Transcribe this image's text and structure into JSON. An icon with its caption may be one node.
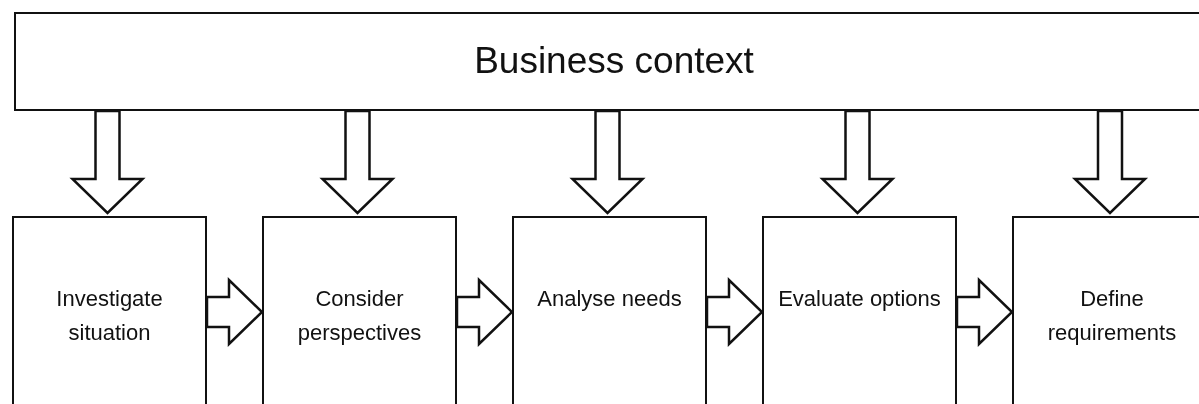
{
  "diagram": {
    "nodes": [
      {
        "text": [
          "Business context"
        ]
      },
      {
        "text": [
          "Investigate situation"
        ]
      },
      {
        "text": [
          "Consider perspectives"
        ]
      },
      {
        "text": [
          "Analyse needs"
        ]
      },
      {
        "text": [
          "Evaluate options"
        ]
      },
      {
        "text": [
          "Define requirements"
        ]
      }
    ],
    "edges": [
      {
        "from": 0,
        "to": 1,
        "arrow": "to"
      },
      {
        "from": 0,
        "to": 2,
        "arrow": "to"
      },
      {
        "from": 0,
        "to": 3,
        "arrow": "to"
      },
      {
        "from": 0,
        "to": 4,
        "arrow": "to"
      },
      {
        "from": 0,
        "to": 5,
        "arrow": "to"
      },
      {
        "from": 1,
        "to": 2,
        "arrow": "to"
      },
      {
        "from": 2,
        "to": 3,
        "arrow": "to"
      },
      {
        "from": 3,
        "to": 4,
        "arrow": "to"
      },
      {
        "from": 4,
        "to": 5,
        "arrow": "to"
      }
    ]
  }
}
